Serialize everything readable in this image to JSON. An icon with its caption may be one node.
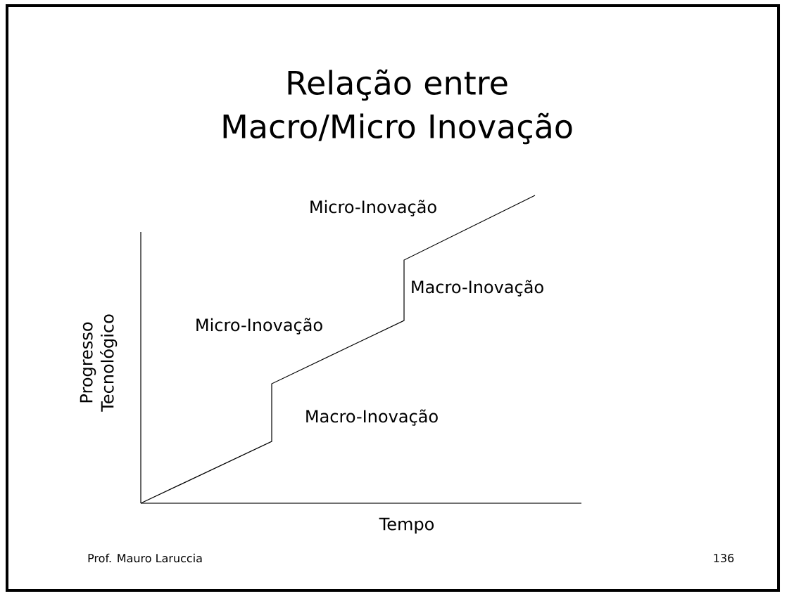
{
  "diagram": {
    "title": "Relação entre Macro/Micro Inovação",
    "labels": [
      "Micro-Inovação",
      "Macro-Inovação",
      "Micro-Inovação",
      "Macro-Inovação",
      "Progresso Tecnológico",
      "Tempo",
      "Prof. Mauro Laruccia",
      "136"
    ]
  }
}
